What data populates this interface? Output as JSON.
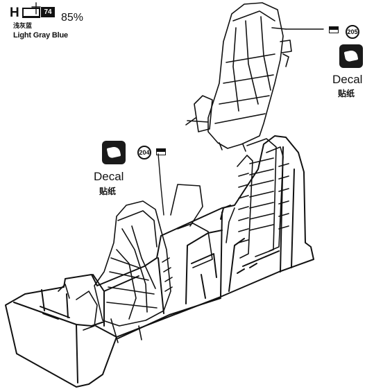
{
  "paint": {
    "prefix": "H",
    "code": "74",
    "percent": "85%",
    "name_cn": "浅灰蓝",
    "name_en": "Light Gray Blue"
  },
  "decals": [
    {
      "number": "205",
      "label": "Decal",
      "label_cn": "贴纸"
    },
    {
      "number": "204",
      "label": "Decal",
      "label_cn": "贴纸"
    }
  ],
  "colors": {
    "ink": "#111111",
    "background": "#ffffff"
  }
}
